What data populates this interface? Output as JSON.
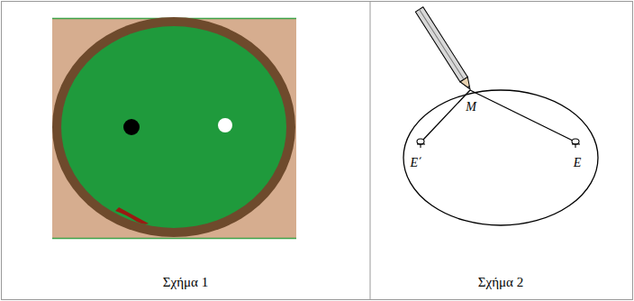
{
  "diagram": {
    "labels": [
      "Σχήμα 1",
      "Σχήμα 2",
      "Μ",
      "Ε΄",
      "Ε"
    ]
  }
}
